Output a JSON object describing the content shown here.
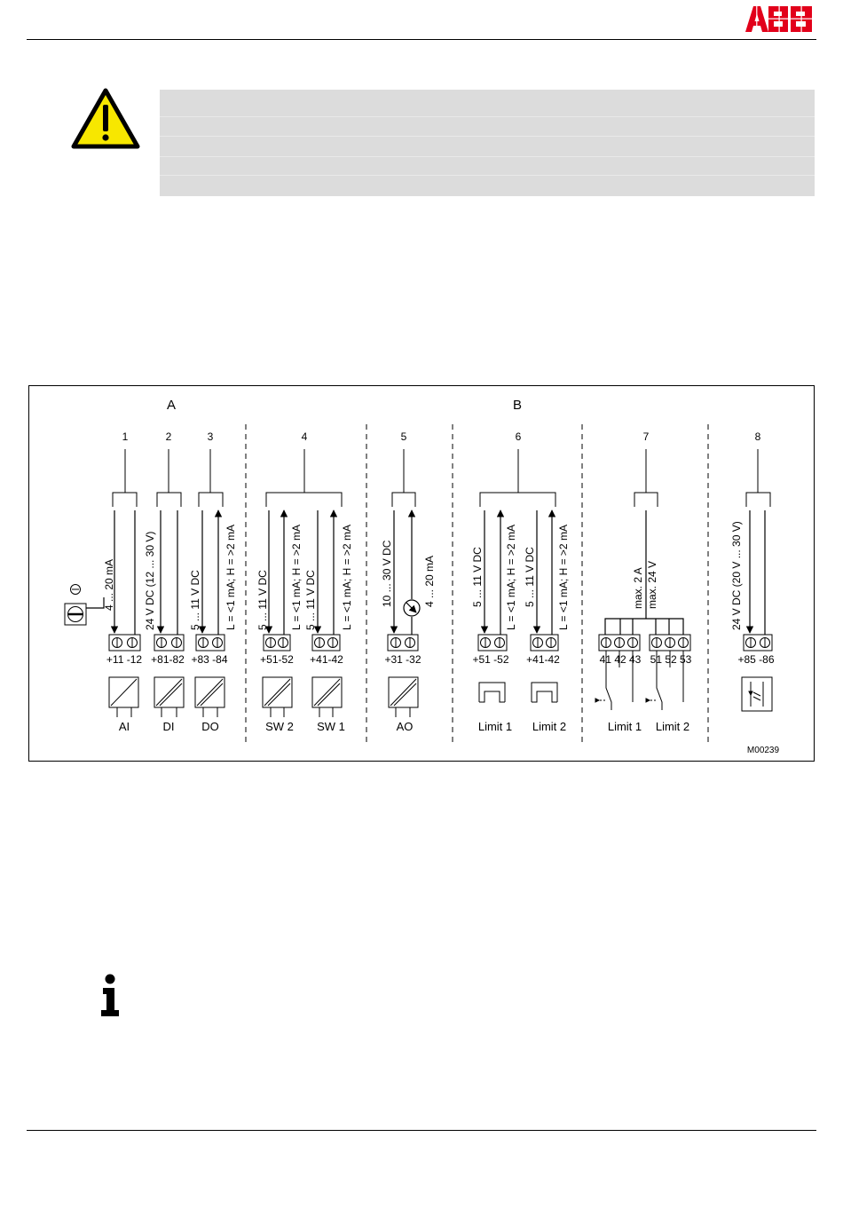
{
  "brand": {
    "logo_text": "ABB",
    "logo_color": "#e2001a"
  },
  "warning": {
    "icon": "warning-triangle-icon",
    "box_color": "#dcdcdc"
  },
  "diagram": {
    "section_a": "A",
    "section_b": "B",
    "figure_id": "M00239",
    "numbers": [
      "1",
      "2",
      "3",
      "4",
      "5",
      "6",
      "7",
      "8"
    ],
    "wire_labels": {
      "ai": "4 ... 20 mA",
      "di": "24 V DC (12 ... 30 V)",
      "do_v": "5 ... 11 V DC",
      "do_l": "L = <1 mA; H = >2 mA",
      "sw2_v": "5 ... 11 V DC",
      "sw2_l": "L = <1 mA; H = >2 mA",
      "sw1_v": "5 ... 11 V DC",
      "sw1_l": "L = <1 mA; H = >2 mA",
      "ao_v": "10 ... 30 V DC",
      "ao_i": "4 ... 20 mA",
      "lim1_v": "5 ... 11 V DC",
      "lim1_l": "L = <1 mA; H = >2 mA",
      "lim2_v": "5 ... 11 V DC",
      "lim2_l": "L = <1 mA; H = >2 mA",
      "relay_a": "max. 2 A",
      "relay_v": "max. 24 V",
      "pwr": "24 V DC (20 V ... 30 V)"
    },
    "terminals": {
      "ai": "+11 -12",
      "di": "+81-82",
      "do": "+83 -84",
      "sw2": "+51-52",
      "sw1": "+41-42",
      "ao": "+31 -32",
      "lim1": "+51 -52",
      "lim2": "+41-42",
      "relay1": "41 42 43",
      "relay2": "51 52 53",
      "pwr": "+85 -86"
    },
    "modules": {
      "ai": "AI",
      "di": "DI",
      "do": "DO",
      "sw2": "SW 2",
      "sw1": "SW 1",
      "ao": "AO",
      "lim1": "Limit 1",
      "lim2": "Limit 2",
      "rel1": "Limit 1",
      "rel2": "Limit 2"
    }
  },
  "info": {
    "icon": "info-icon"
  }
}
